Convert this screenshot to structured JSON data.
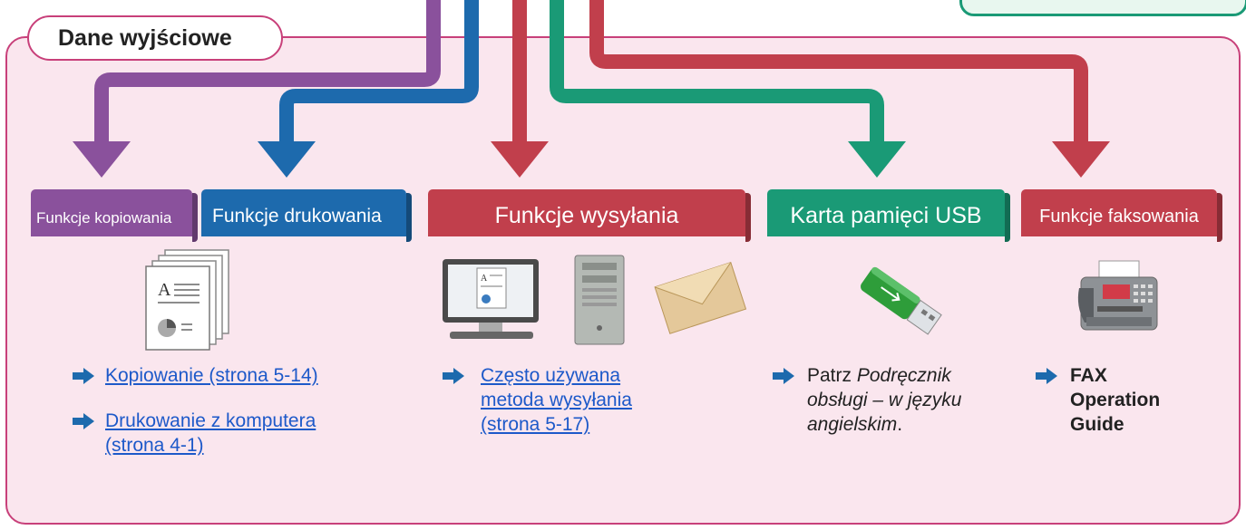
{
  "section": {
    "title": "Dane wyjściowe"
  },
  "categories": {
    "copy": "Funkcje kopiowania",
    "print": "Funkcje drukowania",
    "send": "Funkcje wysyłania",
    "usb": "Karta pamięci USB",
    "fax": "Funkcje faksowania"
  },
  "links": {
    "copy_1": "Kopiowanie (strona 5-14)",
    "print_1a": "Drukowanie z komputera",
    "print_1b": "(strona 4-1)",
    "send_1a": "Często używana",
    "send_1b": "metoda wysyłania",
    "send_1c": "(strona 5-17)"
  },
  "notes": {
    "usb_prefix": "Patrz ",
    "usb_italic_1": "Podręcznik",
    "usb_italic_2": "obsługi – w języku",
    "usb_italic_3": "angielskim",
    "usb_suffix": ".",
    "fax_1": "FAX",
    "fax_2": "Operation",
    "fax_3": "Guide"
  },
  "colors": {
    "purple": "#8a519c",
    "blue": "#1d6aad",
    "red": "#c13f4c",
    "green": "#1a9a76",
    "section_border": "#c8407a",
    "section_bg": "#fae6ee",
    "link": "#1d59c9",
    "ref_arrow": "#1d6aad"
  },
  "icons": {
    "copy": "stacked-documents-icon",
    "send_pc": "computer-monitor-icon",
    "send_server": "server-tower-icon",
    "send_mail": "envelope-icon",
    "usb": "usb-flash-drive-icon",
    "fax": "fax-machine-icon"
  }
}
